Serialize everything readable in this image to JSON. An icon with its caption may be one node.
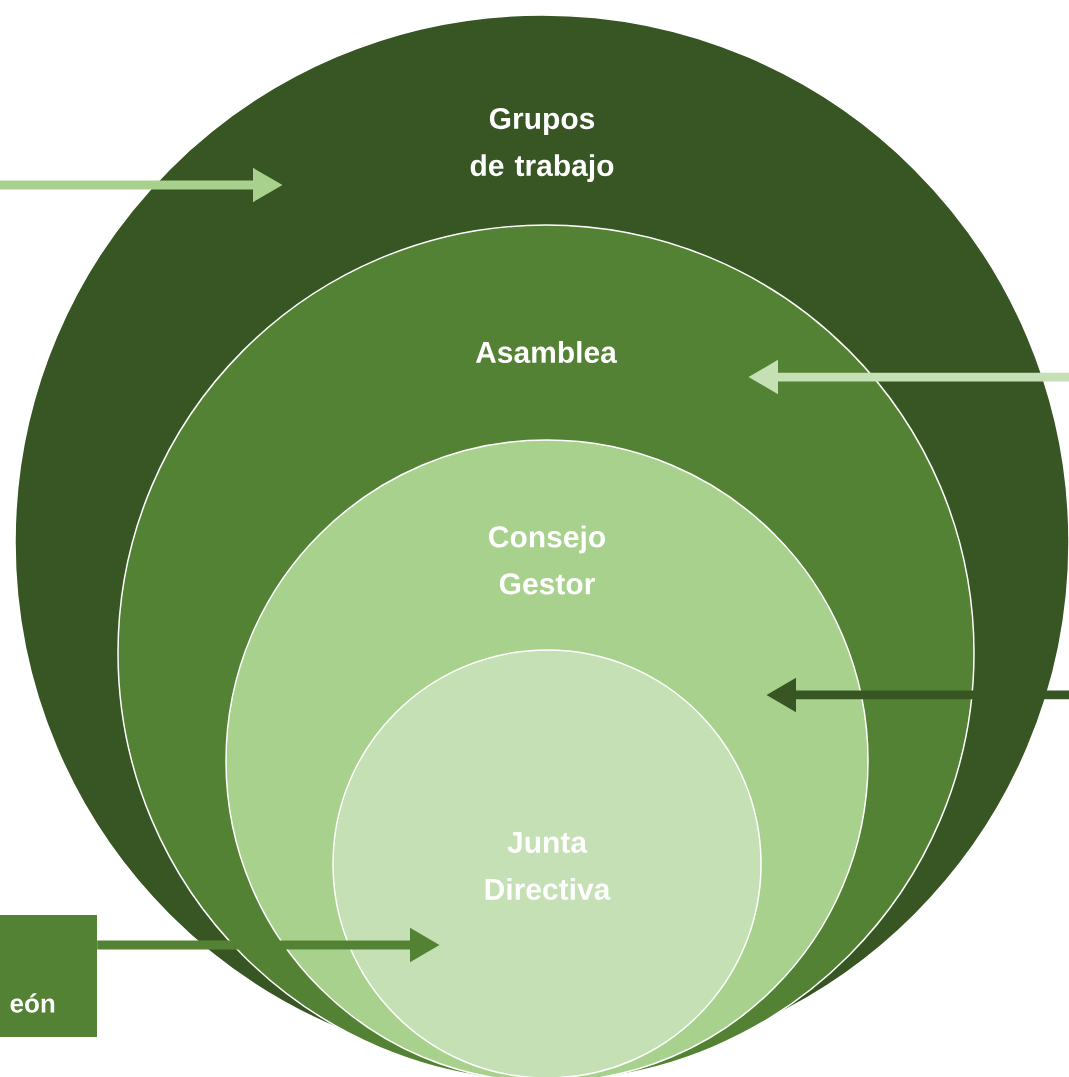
{
  "diagram": {
    "nodes": [
      {
        "text": [
          "Grupos de trabajo"
        ]
      },
      {
        "text": [
          "Asamblea"
        ],
        "in": 0
      },
      {
        "text": [
          "Consejo Gestor"
        ],
        "in": 1
      },
      {
        "text": [
          "Junta Directiva"
        ],
        "in": 2
      },
      {
        "text": [
          "eón"
        ]
      }
    ],
    "edges": [
      {
        "from": null,
        "to": 0,
        "arrow": "to",
        "color": "#a9d18e"
      },
      {
        "from": null,
        "to": 1,
        "arrow": "to",
        "color": "#c5e0b4"
      },
      {
        "from": null,
        "to": 2,
        "arrow": "to",
        "color": "#375623"
      },
      {
        "from": 4,
        "to": 3,
        "arrow": "to",
        "color": "#548235"
      }
    ]
  }
}
